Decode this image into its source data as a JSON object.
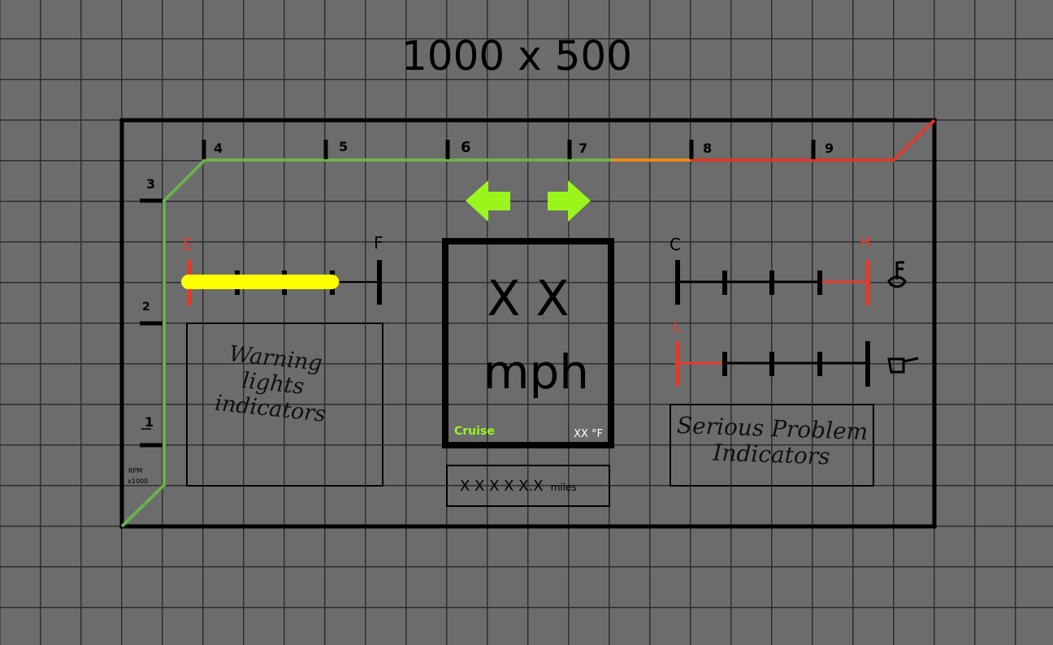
{
  "title": "1000 x 500",
  "rpm_gauge": {
    "unit_label_line1": "RPM",
    "unit_label_line2": "x1000",
    "left_ticks": [
      "1",
      "2",
      "3"
    ],
    "top_ticks": [
      "4",
      "5",
      "6",
      "7",
      "8",
      "9"
    ],
    "colors": {
      "normal": "#6ab04c",
      "caution": "#e88a1a",
      "redline": "#d83a2b"
    }
  },
  "turn_signals": {
    "color": "#9af51b"
  },
  "fuel_gauge": {
    "empty_label": "E",
    "full_label": "F",
    "level_fraction": 0.75,
    "fill_color": "#ffff00",
    "empty_color": "#e53a2b"
  },
  "warning_box": {
    "label_line1": "Warning",
    "label_line2": "lights",
    "label_line3": "indicators"
  },
  "speedometer": {
    "speed_value": "X X",
    "speed_unit": "mph",
    "cruise_label": "Cruise",
    "temperature": "XX °F",
    "cruise_color": "#9af51b"
  },
  "odometer": {
    "value": "X X X X X.X",
    "unit": "miles"
  },
  "temp_gauge": {
    "cold_label": "C",
    "hot_label": "H",
    "icon": "thermometer-icon",
    "hot_color": "#e53a2b"
  },
  "oil_gauge": {
    "low_label": "L",
    "icon": "oil-can-icon",
    "low_color": "#e53a2b"
  },
  "problem_box": {
    "label_line1": "Serious Problem",
    "label_line2": "Indicators"
  }
}
